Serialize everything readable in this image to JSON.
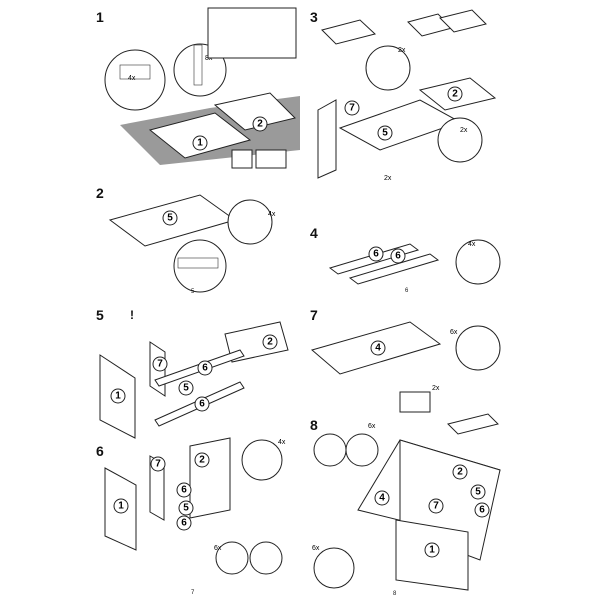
{
  "steps": [
    {
      "number": "1",
      "quantities": [
        "4x",
        "8x"
      ],
      "parts": [
        "1",
        "2"
      ]
    },
    {
      "number": "2",
      "quantities": [
        "4x"
      ],
      "parts": [
        "5"
      ]
    },
    {
      "number": "3",
      "quantities": [
        "2x",
        "2x",
        "2x"
      ],
      "parts": [
        "7",
        "5",
        "2"
      ]
    },
    {
      "number": "4",
      "quantities": [
        "4x"
      ],
      "parts": [
        "6",
        "6"
      ]
    },
    {
      "number": "5",
      "warning": "!",
      "parts": [
        "2",
        "7",
        "6",
        "1",
        "5",
        "6"
      ]
    },
    {
      "number": "6",
      "quantities": [
        "4x",
        "6x"
      ],
      "parts": [
        "7",
        "2",
        "6",
        "1",
        "5",
        "6"
      ]
    },
    {
      "number": "7",
      "quantities": [
        "6x",
        "2x"
      ],
      "parts": [
        "4"
      ]
    },
    {
      "number": "8",
      "quantities": [
        "6x",
        "6x"
      ],
      "parts": [
        "2",
        "4",
        "7",
        "5",
        "6",
        "1"
      ]
    }
  ],
  "page_numbers": [
    "5",
    "6",
    "7",
    "8"
  ]
}
